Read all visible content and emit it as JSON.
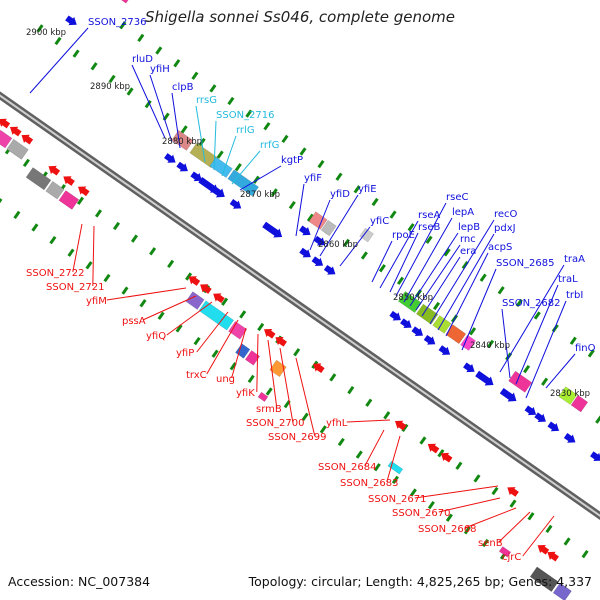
{
  "title": "Shigella sonnei Ss046, complete genome",
  "footer": {
    "accession": "Accession: NC_007384",
    "summary": "Topology: circular; Length: 4,825,265 bp; Genes: 4,337"
  },
  "colors": {
    "forward_gene": "#1010dd",
    "reverse_gene": "#ee1111",
    "rna_gene": "#22bbdd",
    "tick": "#118811",
    "backbone": "#808080"
  },
  "ticks": [
    "2900 kbp",
    "2890 kbp",
    "2880 kbp",
    "2870 kbp",
    "2860 kbp",
    "2850 kbp",
    "2840 kbp",
    "2830 kbp"
  ],
  "labels_forward": [
    "SSON_2736",
    "rluD",
    "yfiH",
    "clpB",
    "rrsG",
    "SSON_2716",
    "rrlG",
    "rrfG",
    "kgtP",
    "yfiF",
    "yfiD",
    "yfiE",
    "yfiC",
    "rpoE",
    "rseA",
    "rseB",
    "rseC",
    "lepA",
    "lepB",
    "rnc",
    "era",
    "recO",
    "pdxJ",
    "acpS",
    "SSON_2685",
    "traA",
    "SSON_2682",
    "traL",
    "trbI",
    "finO"
  ],
  "labels_reverse": [
    "SSON_2722",
    "SSON_2721",
    "yfiM",
    "pssA",
    "yfiQ",
    "yfiP",
    "trxC",
    "ung",
    "yfiK",
    "srmB",
    "SSON_2700",
    "SSON_2699",
    "yfhL",
    "SSON_2684",
    "SSON_2683",
    "SSON_2671",
    "SSON_2670",
    "SSON_2668",
    "senB",
    "cjrC"
  ]
}
